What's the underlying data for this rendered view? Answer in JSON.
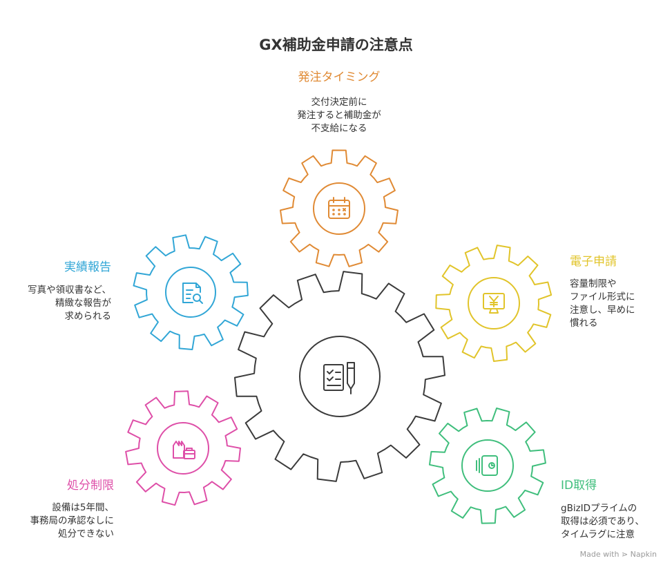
{
  "title": "GX補助金申請の注意点",
  "colors": {
    "center": "#3b3b3b",
    "timing": "#e08a34",
    "report": "#31a6d6",
    "electronic": "#e1c42a",
    "disposal": "#de4fa8",
    "gbiz": "#3fbe7c"
  },
  "center": {
    "icon": "checklist-pen-icon"
  },
  "items": {
    "timing": {
      "heading": "発注タイミング",
      "lines": [
        "交付決定前に",
        "発注すると補助金が",
        "不支給になる"
      ],
      "icon": "calendar-icon"
    },
    "report": {
      "heading": "実績報告",
      "lines": [
        "写真や領収書など、",
        "精緻な報告が",
        "求められる"
      ],
      "icon": "document-search-icon"
    },
    "electronic": {
      "heading": "電子申請",
      "lines": [
        "容量制限や",
        "ファイル形式に",
        "注意し、早めに",
        "慣れる"
      ],
      "icon": "yen-monitor-icon"
    },
    "disposal": {
      "heading": "処分制限",
      "lines": [
        "設備は5年間、",
        "事務局の承認なしに",
        "処分できない"
      ],
      "icon": "factory-briefcase-icon"
    },
    "gbiz": {
      "heading": "ID取得",
      "lines": [
        "gBizIDプライムの",
        "取得は必須であり、",
        "タイムラグに注意"
      ],
      "icon": "id-card-icon"
    }
  },
  "brand": {
    "text": "Made with ⋗ Napkin"
  }
}
